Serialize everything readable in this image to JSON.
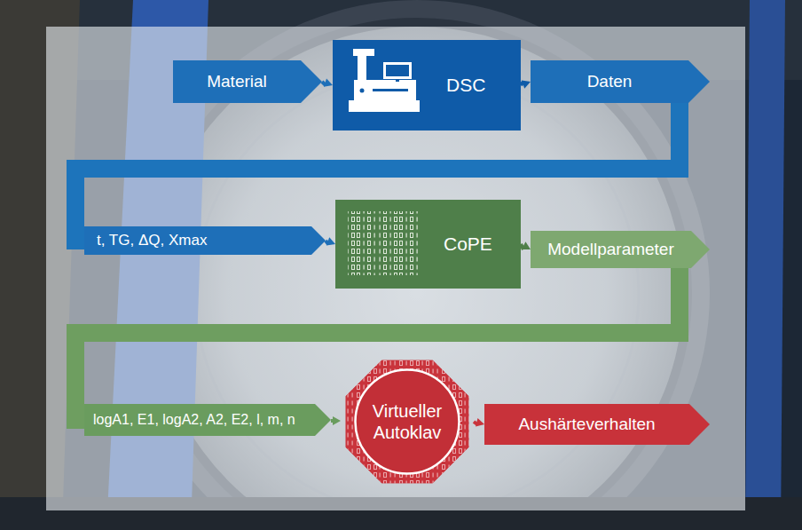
{
  "diagram": {
    "nodes": [
      {
        "text": [
          "Material"
        ]
      },
      {
        "text": [
          "DSC"
        ]
      },
      {
        "text": [
          "Daten"
        ]
      },
      {
        "text": [
          "t, TG, ΔQ, Xmax"
        ]
      },
      {
        "text": [
          "CoPE"
        ]
      },
      {
        "text": [
          "Modellparameter"
        ]
      },
      {
        "text": [
          "logA1, E1, logA2, A2, E2, l, m, n"
        ]
      },
      {
        "text": [
          "Virtueller Autoklav"
        ]
      },
      {
        "text": [
          "Aushärteverhalten"
        ]
      }
    ],
    "edges": [
      {
        "from": 0,
        "to": 1,
        "arrow": "to"
      },
      {
        "from": 1,
        "to": 2,
        "arrow": "to"
      },
      {
        "from": 2,
        "to": 3,
        "arrow": "none"
      },
      {
        "from": 3,
        "to": 4,
        "arrow": "to"
      },
      {
        "from": 4,
        "to": 5,
        "arrow": "to"
      },
      {
        "from": 5,
        "to": 6,
        "arrow": "none"
      },
      {
        "from": 6,
        "to": 7,
        "arrow": "to"
      },
      {
        "from": 7,
        "to": 8,
        "arrow": "to"
      }
    ]
  }
}
